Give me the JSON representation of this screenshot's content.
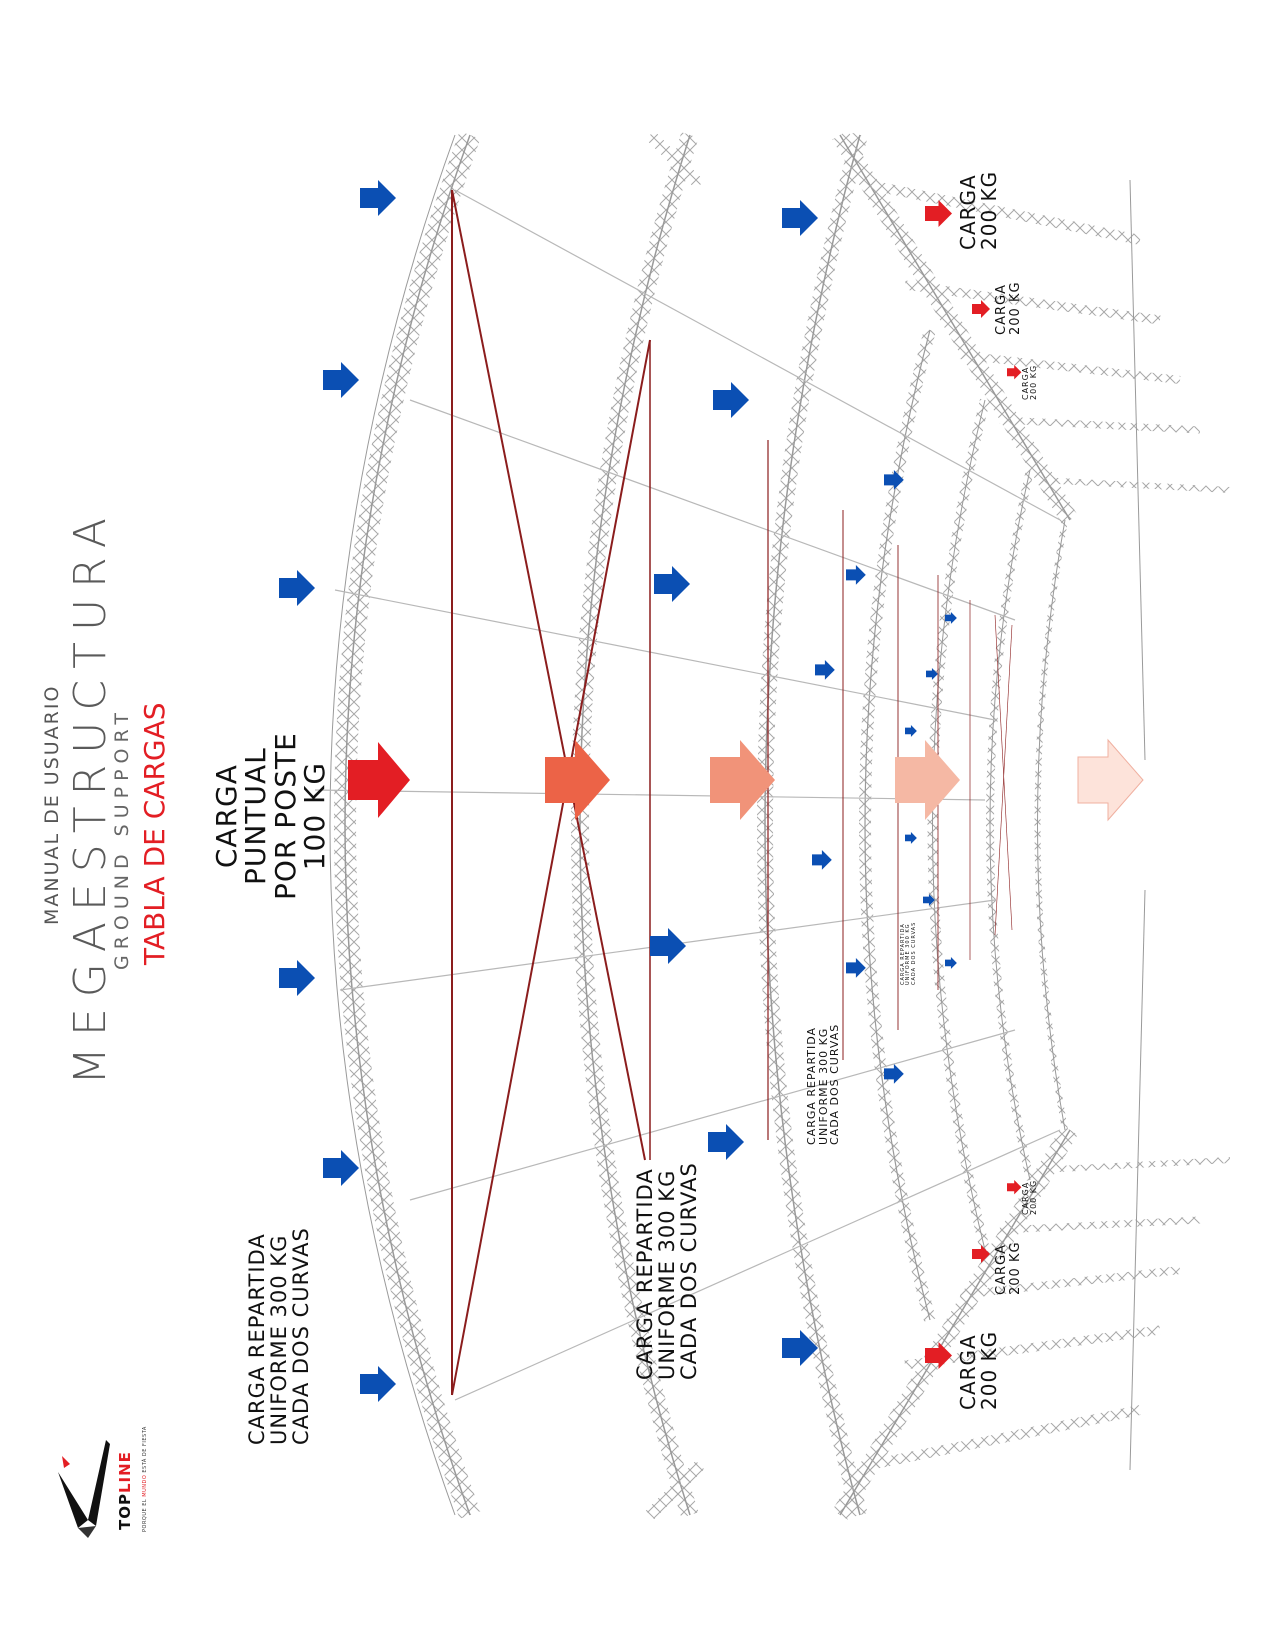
{
  "header": {
    "manual": "MANUAL DE USUARIO",
    "title": "MEGAESTRUCTURA",
    "subtitle": "GROUND SUPPORT",
    "section": "TABLA DE CARGAS"
  },
  "labels": {
    "carga_puntual": [
      "CARGA",
      "PUNTUAL",
      "POR POSTE",
      "100 KG"
    ],
    "carga_repartida": [
      "CARGA REPARTIDA",
      "UNIFORME 300 KG",
      "CADA DOS CURVAS"
    ],
    "carga_200": [
      "CARGA",
      "200 KG"
    ]
  },
  "brand": {
    "name_top": "TOP",
    "name_line": "LINE",
    "tagline_before": "PORQUE EL ",
    "tagline_highlight": "MUNDO",
    "tagline_after": " ESTÁ DE FIESTA"
  },
  "colors": {
    "accent_red": "#e31e24",
    "arrow_blue": "#0b4fb3",
    "truss_gray": "#9a9a9a",
    "cable_red": "#8b1d1d"
  },
  "icons": {
    "load_arrow_blue": "arrow-right-icon",
    "load_arrow_red": "arrow-right-icon",
    "point_load_arrow": "big-arrow-right-icon",
    "logo": "topline-logo-icon"
  }
}
